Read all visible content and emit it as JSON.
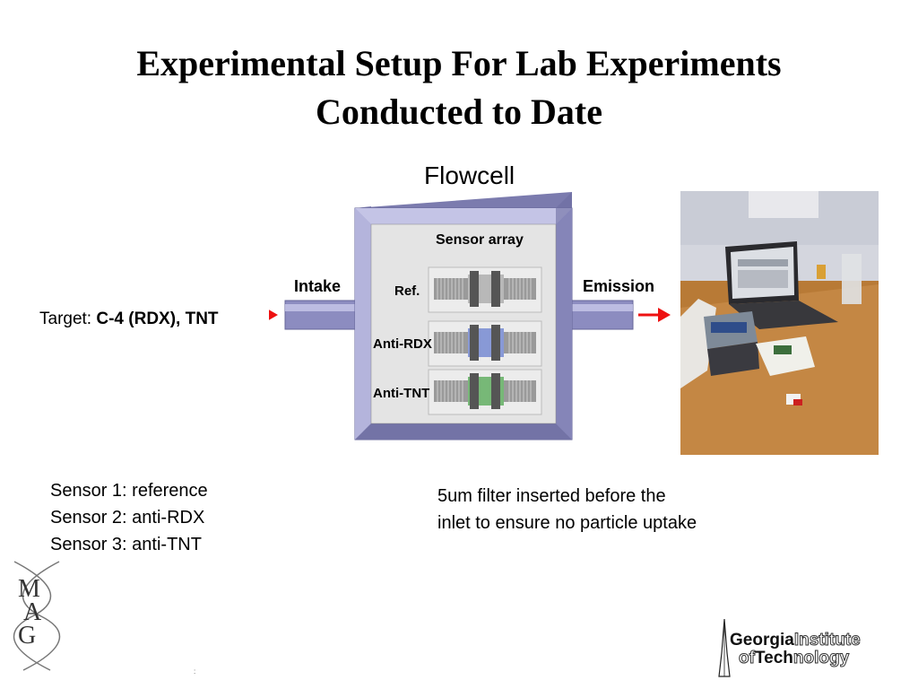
{
  "slide": {
    "title_line1": "Experimental Setup For Lab Experiments",
    "title_line2": "Conducted to Date"
  },
  "diagram": {
    "flowcell_label": "Flowcell",
    "sensor_array_label": "Sensor array",
    "intake_label": "Intake",
    "emission_label": "Emission",
    "sensor_labels": [
      "Ref.",
      "Anti-RDX",
      "Anti-TNT"
    ],
    "target_prefix": "Target: ",
    "target_bold": "C-4 (RDX), TNT",
    "colors": {
      "frame": "#9999cc",
      "frame_dark": "#666699",
      "inner": "#e6e6e6",
      "pipe": "#8888bb",
      "arrow": "#ee1111",
      "sensor_ref": "#888888",
      "sensor_rdx": "#7788cc",
      "sensor_tnt": "#66aa66"
    }
  },
  "notes": {
    "sensor_list": [
      "Sensor 1: reference",
      "Sensor 2: anti-RDX",
      "Sensor 3: anti-TNT"
    ],
    "filter_line1": "5um filter inserted before the",
    "filter_line2": "inlet to ensure no particle uptake"
  },
  "logos": {
    "mag_letters": [
      "M",
      "A",
      "G"
    ],
    "gt_word1": "Georgia",
    "gt_word2": "Institute",
    "gt_word3": "of",
    "gt_word4": "Tech",
    "gt_word5": "nology"
  },
  "photo": {
    "device_label": ""
  },
  "footer": {
    "mark": ":"
  }
}
